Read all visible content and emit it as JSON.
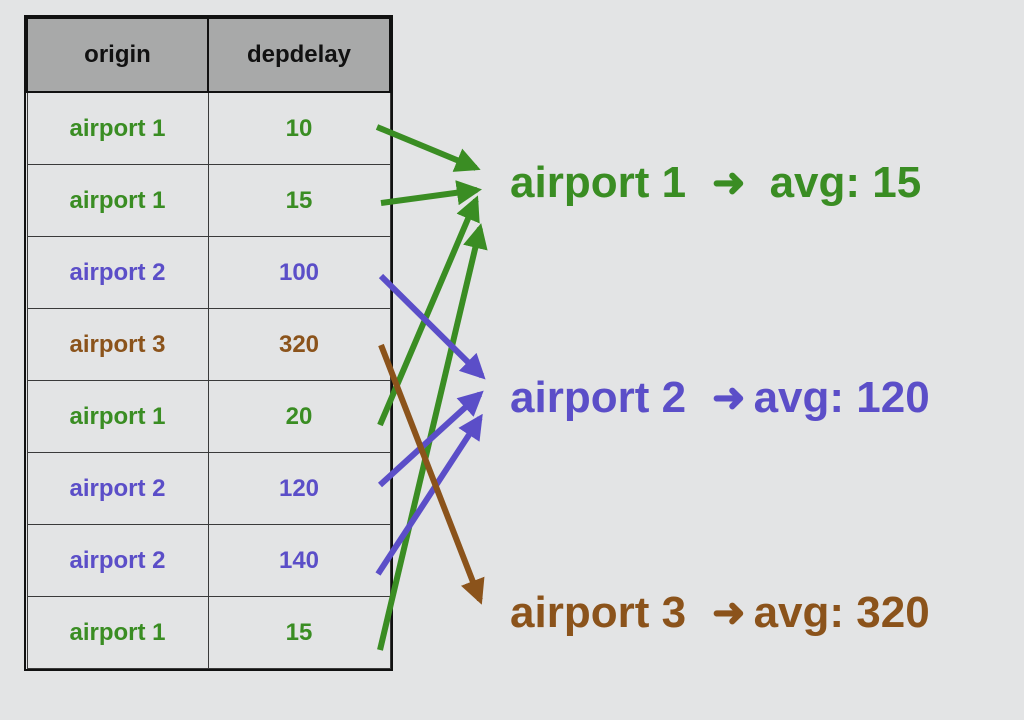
{
  "colors": {
    "airport_1": "#3a8d23",
    "airport_2": "#5b4ec8",
    "airport_3": "#8b531b"
  },
  "table": {
    "headers": [
      "origin",
      "depdelay"
    ],
    "rows": [
      {
        "origin": "airport 1",
        "depdelay": "10",
        "group": "airport_1"
      },
      {
        "origin": "airport 1",
        "depdelay": "15",
        "group": "airport_1"
      },
      {
        "origin": "airport 2",
        "depdelay": "100",
        "group": "airport_2"
      },
      {
        "origin": "airport 3",
        "depdelay": "320",
        "group": "airport_3"
      },
      {
        "origin": "airport 1",
        "depdelay": "20",
        "group": "airport_1"
      },
      {
        "origin": "airport 2",
        "depdelay": "120",
        "group": "airport_2"
      },
      {
        "origin": "airport 2",
        "depdelay": "140",
        "group": "airport_2"
      },
      {
        "origin": "airport 1",
        "depdelay": "15",
        "group": "airport_1"
      }
    ]
  },
  "summary": [
    {
      "airport": "airport 1",
      "arrow": "➜",
      "avg": "avg: 15",
      "group": "airport_1"
    },
    {
      "airport": "airport 2",
      "arrow": "➜",
      "avg": "avg: 120",
      "group": "airport_2"
    },
    {
      "airport": "airport 3",
      "arrow": "➜",
      "avg": "avg: 320",
      "group": "airport_3"
    }
  ],
  "icons": {
    "mapping_arrow": "arrow-icon"
  }
}
